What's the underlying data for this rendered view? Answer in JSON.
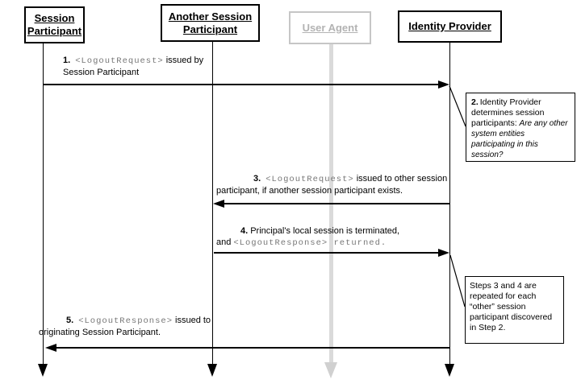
{
  "title": "Single Logout sequence diagram",
  "participants": [
    {
      "label": "Session Participant",
      "muted": false
    },
    {
      "label": "Another Session Participant",
      "muted": false
    },
    {
      "label": "User Agent",
      "muted": true
    },
    {
      "label": "Identity Provider",
      "muted": false
    }
  ],
  "messages": {
    "m1": {
      "num": "1.",
      "code": "<LogoutRequest>",
      "text": "issued by Session Participant"
    },
    "m3": {
      "num": "3.",
      "code": "<LogoutRequest>",
      "text": "issued to other session participant, if another session participant exists."
    },
    "m4": {
      "num": "4.",
      "text": "Principal's local session is terminated, and",
      "code": "<LogoutResponse> returned."
    },
    "m5": {
      "num": "5.",
      "code": "<LogoutResponse>",
      "text": "issued to originating Session Participant."
    }
  },
  "notes": {
    "step2": {
      "num": "2.",
      "lead": "Identity Provider determines session participants: ",
      "question": "Are any other system entities participating in this session?"
    },
    "steps34": {
      "text": "Steps 3 and 4 are repeated for each “other” session participant discovered in Step 2."
    }
  },
  "colors": {
    "line": "#000000",
    "muted_box_border": "#c6c6c6",
    "muted_text": "#b3b3b3",
    "muted_lifeline": "#dadada",
    "code_text": "#777777",
    "background": "#ffffff"
  }
}
